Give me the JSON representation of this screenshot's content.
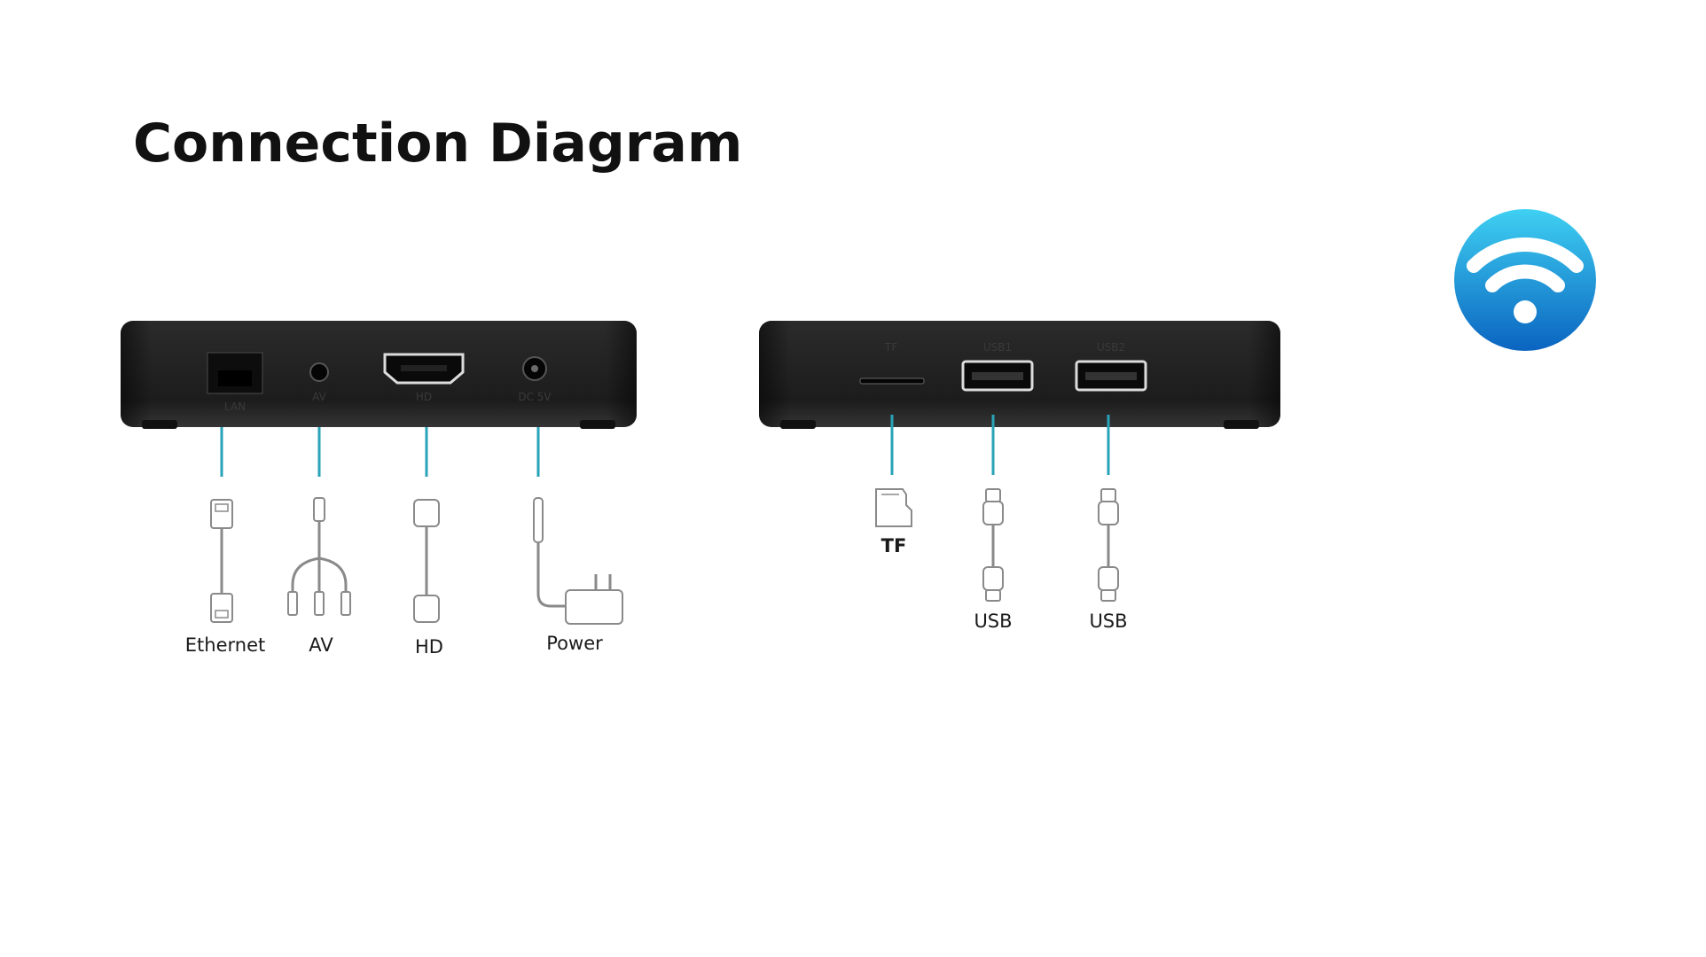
{
  "title": "Connection Diagram",
  "rear_ports": [
    {
      "label": "LAN"
    },
    {
      "label": "AV"
    },
    {
      "label": "HD"
    },
    {
      "label": "DC 5V"
    }
  ],
  "side_ports": [
    {
      "label": "TF"
    },
    {
      "label": "USB1"
    },
    {
      "label": "USB2"
    }
  ],
  "rear_cables": [
    {
      "label": "Ethernet",
      "icon": "ethernet-cable-icon"
    },
    {
      "label": "AV",
      "icon": "av-cable-icon"
    },
    {
      "label": "HD",
      "icon": "hdmi-cable-icon"
    },
    {
      "label": "Power",
      "icon": "power-adapter-icon"
    }
  ],
  "side_cables": [
    {
      "label": "TF",
      "icon": "tf-card-icon"
    },
    {
      "label": "USB",
      "icon": "usb-cable-icon"
    },
    {
      "label": "USB",
      "icon": "usb-cable-icon"
    }
  ],
  "colors": {
    "leader": "#29a3b8",
    "device_body": "#1f1f1f",
    "wifi_top": "#3fd0f2",
    "wifi_bottom": "#0a64c0"
  },
  "wifi_icon": "wifi-icon"
}
